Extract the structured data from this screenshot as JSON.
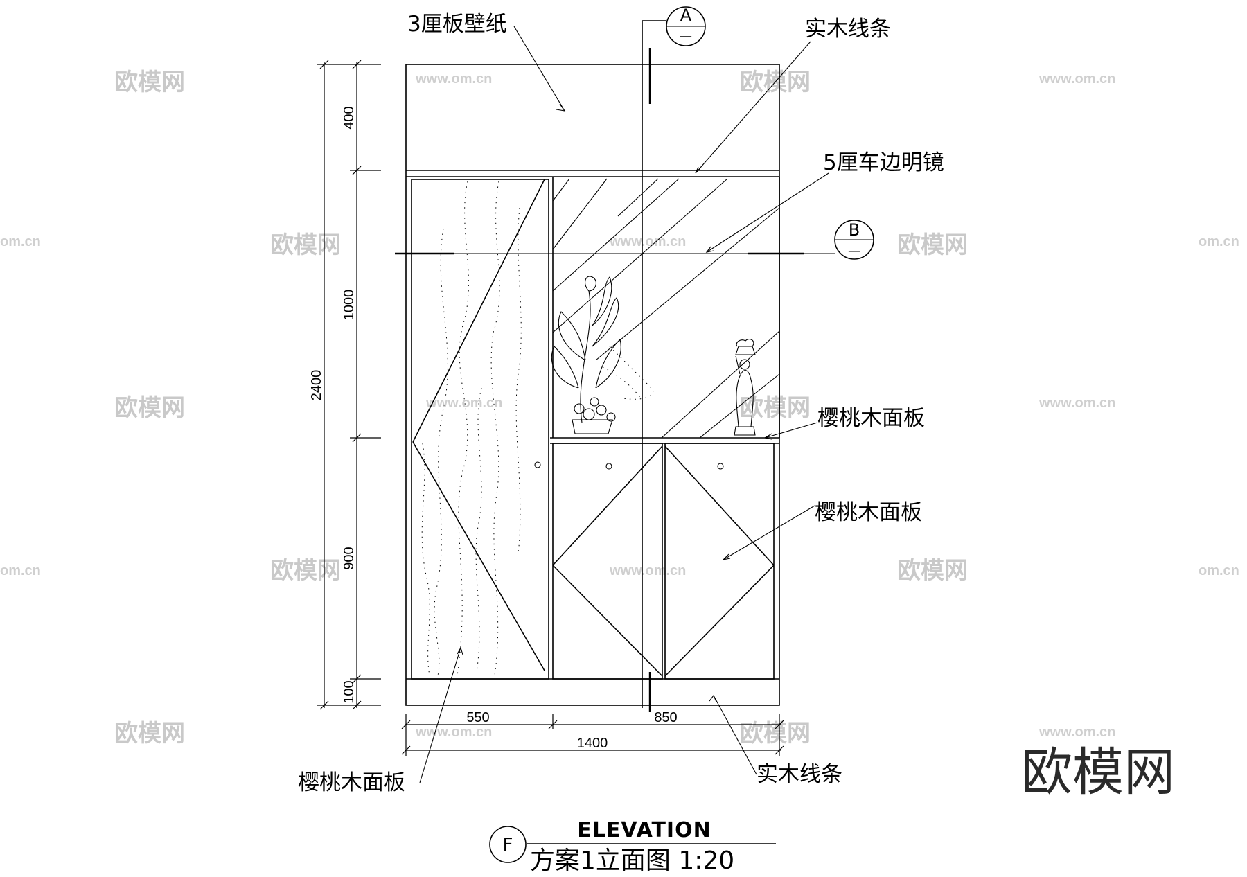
{
  "drawing": {
    "heading_en": "ELEVATION",
    "heading_cn": "方案1立面图  1:20",
    "drawing_mark": "F"
  },
  "section_marks": [
    {
      "id": "A",
      "sub": "—"
    },
    {
      "id": "B",
      "sub": "—"
    }
  ],
  "dimensions": {
    "vertical_total": "2400",
    "vertical_parts": [
      "400",
      "1000",
      "900",
      "100"
    ],
    "horizontal_parts": [
      "550",
      "850"
    ],
    "horizontal_total": "1400"
  },
  "labels": {
    "top_panel": "3厘板壁纸",
    "top_trim": "实木线条",
    "mirror": "5厘车边明镜",
    "shelf_panel": "樱桃木面板",
    "door_panel": "樱桃木面板",
    "left_panel": "樱桃木面板",
    "bottom_trim": "实木线条"
  },
  "watermark": {
    "brand": "欧模网",
    "url": "www.om.cn",
    "url_partial": "om.cn"
  }
}
